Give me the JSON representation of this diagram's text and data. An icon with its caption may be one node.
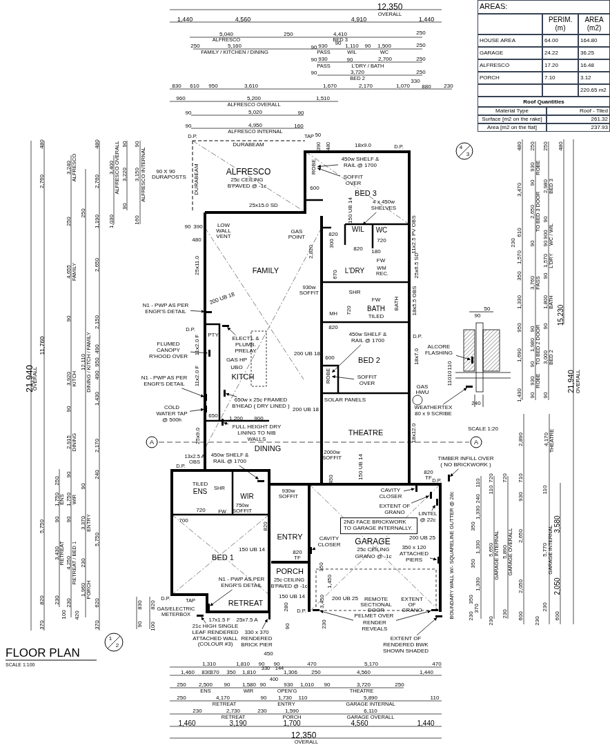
{
  "diagram": {
    "title": "FLOOR PLAN",
    "caption": "SCALE 1:100",
    "nodes": [
      {
        "text": [
          "450w SHELF & RAIL @ 1700"
        ]
      },
      {
        "text": [
          "SOFFIT OVER"
        ]
      },
      {
        "text": [
          "4 x 450w SHELVES"
        ]
      },
      {
        "text": [
          "N1 - PWP AS PER ENGR'S DETAIL"
        ]
      },
      {
        "text": [
          "FLUMED CANOPY R'HOOD OVER"
        ]
      },
      {
        "text": [
          "ELECT'L & PLUMB. PRELAY"
        ]
      },
      {
        "text": [
          "N1 - PWP AS PER ENGR'S DETAIL"
        ]
      },
      {
        "text": [
          "COLD WATER TAP @ 500h"
        ]
      },
      {
        "text": [
          "650w x 25c FRAMED B'HEAD ( DRY LINED )"
        ]
      },
      {
        "text": [
          "FULL HEIGHT DRY LINING TO NIB WALLS"
        ]
      },
      {
        "text": [
          "450w SHELF & RAIL @ 1700"
        ]
      },
      {
        "text": [
          "SOFFIT OVER"
        ]
      },
      {
        "text": [
          "450w SHELF & RAIL @ 1700"
        ]
      },
      {
        "text": [
          "CAVITY CLOSER"
        ]
      },
      {
        "text": [
          "EXTENT OF GRANO"
        ]
      },
      {
        "text": [
          "LINTEL @ 22c"
        ]
      },
      {
        "text": [
          "CAVITY CLOSER"
        ]
      },
      {
        "text": [
          "350 x 120 ATTACHED PIERS"
        ]
      },
      {
        "text": [
          "TIMBER INFILL OVER ( NO BRICKWORK )"
        ]
      },
      {
        "text": [
          "N1 - PWP AS PER ENGR'S DETAIL"
        ]
      },
      {
        "text": [
          "21c HIGH SINGLE LEAF RENDERED ATTACHED WALL (COLOUR #3)"
        ]
      },
      {
        "text": [
          "330 x 370 RENDERED BRICK PIER"
        ]
      },
      {
        "text": [
          "RENDER REVEALS"
        ]
      },
      {
        "text": [
          "EXTENT OF RENDERED BWK SHOWN SHADED"
        ]
      },
      {
        "text": [
          "ALCORE FLASHING"
        ]
      },
      {
        "text": [
          "WEATHERTEX 80 x 9 SCRIBE"
        ]
      },
      {
        "text": [
          "2ND FACE BRICKWORK TO GARAGE INTERNALLY."
        ]
      },
      {
        "text": [
          "ROBE"
        ]
      },
      {
        "text": [
          "WIL"
        ]
      },
      {
        "text": [
          "ROBE"
        ]
      },
      {
        "text": [],
        "shape": "bar"
      },
      {
        "text": [],
        "shape": "bar"
      },
      {
        "text": [],
        "shape": "bar"
      },
      {
        "text": [],
        "shape": "bar"
      },
      {
        "text": [],
        "shape": "bar"
      },
      {
        "text": [],
        "shape": "bar"
      },
      {
        "text": [],
        "shape": "bar"
      },
      {
        "text": [],
        "shape": "bar"
      },
      {
        "text": [],
        "shape": "bar"
      },
      {
        "text": [],
        "shape": "bar"
      },
      {
        "text": [],
        "shape": "bar"
      },
      {
        "text": [],
        "shape": "bar"
      },
      {
        "text": [],
        "shape": "bar"
      },
      {
        "text": [],
        "shape": "bar"
      },
      {
        "text": [],
        "shape": "bar"
      },
      {
        "text": [],
        "shape": "bar"
      },
      {
        "text": [],
        "shape": "bar"
      },
      {
        "text": [],
        "shape": "bar"
      },
      {
        "text": [],
        "shape": "bar"
      },
      {
        "text": [],
        "shape": "bar"
      },
      {
        "text": [],
        "shape": "bar"
      },
      {
        "text": [],
        "shape": "bar"
      }
    ],
    "edges": [
      {
        "from": 0,
        "to": 27,
        "arrow": "to"
      },
      {
        "from": 1,
        "to": 27,
        "arrow": "to"
      },
      {
        "from": 2,
        "to": 28,
        "arrow": "to"
      },
      {
        "from": 3,
        "to": 30,
        "arrow": "to"
      },
      {
        "from": 4,
        "to": 31,
        "arrow": "to"
      },
      {
        "from": 5,
        "to": 32,
        "arrow": "to"
      },
      {
        "from": 6,
        "to": 33,
        "arrow": "to"
      },
      {
        "from": 7,
        "to": 34,
        "arrow": "to"
      },
      {
        "from": 8,
        "to": 35,
        "arrow": "to"
      },
      {
        "from": 9,
        "to": 36,
        "arrow": "to"
      },
      {
        "from": 10,
        "to": 29,
        "arrow": "to"
      },
      {
        "from": 11,
        "to": 29,
        "arrow": "to"
      },
      {
        "from": 12,
        "to": 37,
        "arrow": "to"
      },
      {
        "from": 13,
        "to": 38,
        "arrow": "to"
      },
      {
        "from": 14,
        "to": 39,
        "arrow": "to"
      },
      {
        "from": 15,
        "to": 40,
        "arrow": "to"
      },
      {
        "from": 16,
        "to": 41,
        "arrow": "to"
      },
      {
        "from": 17,
        "to": 42,
        "arrow": "to"
      },
      {
        "from": 18,
        "to": 43,
        "arrow": "to"
      },
      {
        "from": 19,
        "to": 44,
        "arrow": "to"
      },
      {
        "from": 20,
        "to": 45,
        "arrow": "to"
      },
      {
        "from": 21,
        "to": 46,
        "arrow": "to"
      },
      {
        "from": 22,
        "to": 47,
        "arrow": "to"
      },
      {
        "from": 23,
        "to": 48,
        "arrow": "to"
      },
      {
        "from": 24,
        "to": 49,
        "arrow": "to"
      },
      {
        "from": 25,
        "to": 50,
        "arrow": "to"
      },
      {
        "from": 22,
        "to": 51,
        "arrow": "to"
      }
    ],
    "labels": [
      "12,350",
      "OVERALL",
      "1,440",
      "4,560",
      "4,910",
      "1,440",
      "5,040",
      "250",
      "4,410",
      "250",
      "ALFRESCO",
      "BED 3",
      "250",
      "5,160",
      "90",
      "930",
      "90",
      "1,110",
      "90",
      "1,500",
      "250",
      "FAMILY / KITCHEN / DINING",
      "PASS",
      "WIL",
      "WC",
      "90",
      "930",
      "90",
      "2,700",
      "250",
      "PASS",
      "L'DRY / BATH",
      "90",
      "3,720",
      "250",
      "BED 2",
      "330",
      "830",
      "610",
      "950",
      "3,610",
      "1,670",
      "2,170",
      "1,070",
      "880",
      "230",
      "960",
      "5,200",
      "1,510",
      "ALFRESCO OVERALL",
      "90",
      "5,020",
      "90",
      "90",
      "4,950",
      "160",
      "ALFRESCO INTERNAL",
      "AREAS:",
      "PERIM. (m)",
      "AREA (m2)",
      "HOUSE AREA",
      "64.00",
      "164.80",
      "GARAGE",
      "24.22",
      "36.25",
      "ALFRESCO",
      "17.20",
      "16.48",
      "PORCH",
      "7.10",
      "3.12",
      "220.65 m2",
      "Roof Quantities",
      "Material Type",
      "Roof - Tiled",
      "Surface [m2 on the rake]",
      "261.32",
      "Area [m2 on the flat]",
      "237.93",
      "480",
      "2,760",
      "11,760",
      "5,750",
      "820",
      "370",
      "21,940",
      "OVERALL",
      "250",
      "1,750",
      "ENS",
      "90",
      "3,430",
      "RETREAT",
      "230",
      "3,240",
      "ALFRESCO",
      "250",
      "4,655",
      "FAMILY",
      "90",
      "3,920",
      "KITCH",
      "90",
      "2,915",
      "DINING",
      "90",
      "1,750",
      "WIR",
      "90",
      "4,250",
      "RETREAT / BED 1",
      "230",
      "100",
      "250",
      "12,110",
      "DINING / KITCH / FAMILY",
      "90",
      "3,370",
      "ENTRY",
      "230",
      "1,960",
      "PORCH",
      "420",
      "480",
      "2,760",
      "1,190",
      "2,650",
      "2,150",
      "490",
      "950",
      "490",
      "1,430",
      "2,170",
      "240",
      "5,750",
      "620",
      "370",
      "3,400",
      "ALFRESCO OVERALL",
      "1,030",
      "90",
      "3,220",
      "90",
      "90",
      "3,150",
      "ALFRESCO INTERNAL",
      "160",
      "90 X 90 DURAPOSTS",
      "D.P.",
      "DURABEAM",
      "DURABEAM",
      "TAP",
      "50",
      "390",
      "480",
      "18x9.0",
      "D.P.",
      "ALFRESCO",
      "25c CEILING",
      "B'PAVED @ -1c",
      "BED 3",
      "600",
      "150 UB 14",
      "25x15.0 SD",
      "90",
      "390",
      "LOW WALL VENT",
      "480",
      "GAS POINT",
      "2,820",
      "WC",
      "820",
      "300",
      "720",
      "820",
      "180",
      "FW",
      "11x2.5 PV OBS",
      "25x6.5 SD",
      "FAMILY",
      "670",
      "L'DRY",
      "WM REC.",
      "25x11.0",
      "930w SOFFIT",
      "SHR",
      "200 UB 18",
      "BATH",
      "TILED",
      "BATH",
      "FW",
      "18x5.5 OBS",
      "MH",
      "720",
      "820",
      "D.P.",
      "PTY",
      "11x2.0 F",
      "D.P.",
      "200 UB 18",
      "600",
      "BED 2",
      "18x7.0",
      "GAS HP",
      "UBO",
      "KITCH",
      "11x2.0 F",
      "SOLAR PANELS",
      "200 UB 18",
      "650",
      "1,200",
      "900",
      "25x9.0",
      "THEATRE",
      "18x12.0",
      "DINING",
      "2000w SOFFIT",
      "150 UB 14",
      "13x2.5 A OBS",
      "D.P.",
      "450",
      "820 TF",
      "D.P.",
      "TILED",
      "ENS",
      "SHR",
      "WIR",
      "930w SOFFIT",
      "750w SOFFIT",
      "720",
      "FW",
      "700",
      "820",
      "200 UB 25",
      "ENTRY",
      "150 UB 14",
      "GARAGE",
      "25c CEILING",
      "GRANO @ -1c",
      "820 TF",
      "BED 1",
      "350",
      "PORCH",
      "25c CEILING",
      "B'PAVED @ -1c",
      "1,450",
      "RETREAT",
      "150 UB 14",
      "3,450",
      "200 UB 25",
      "REMOTE SECTIONAL DOOR",
      "EXTENT OF GRANO",
      "D.P.",
      "TAP",
      "GAS/ELECTRIC METERBOX",
      "280",
      "D.P.",
      "PELMET OVER",
      "17x1.5 F",
      "25x7.5 A",
      "90",
      "230",
      "830",
      "820",
      "90",
      "100",
      "BOUNDARY WALL W/- SQUARELINE GUTTER @ 28c",
      "A",
      "A",
      "SCALE 1:20",
      "1",
      "2",
      "4",
      "3",
      "90",
      "50",
      "110",
      "10",
      "110",
      "240",
      "GAS HWU",
      "480",
      "3,470",
      "610",
      "230",
      "1,570",
      "350",
      "1,330",
      "950",
      "1,690",
      "1,430",
      "250",
      "930",
      "ROBE",
      "90",
      "2,650",
      "TO BED 3 DOOR",
      "90",
      "3,760",
      "PASS",
      "90",
      "1,980",
      "TO BED 2 DOOR",
      "90",
      "930",
      "ROBE",
      "90",
      "250",
      "2,980",
      "BED 3",
      "90",
      "900",
      "WC / WIL",
      "90",
      "1,570",
      "L'DRY",
      "90",
      "1,800",
      "BATH",
      "90",
      "3,000",
      "BED 2",
      "90",
      "480",
      "15,230",
      "21,940",
      "OVERALL",
      "2,890",
      "710",
      "930",
      "2,650",
      "2,050",
      "600",
      "4,170",
      "THEATRE",
      "110",
      "5,770",
      "GARAGE INTERNAL",
      "230",
      "230",
      "3,580",
      "2,050",
      "600",
      "110",
      "240",
      "1,330",
      "350",
      "1,330",
      "350",
      "1,330",
      "350",
      "370",
      "230",
      "720",
      "110",
      "5,650",
      "GARAGE INTERNAL",
      "230",
      "720",
      "5,890",
      "GARAGE OVERALL",
      "230",
      "1,310",
      "1,810",
      "90",
      "450",
      "90",
      "470",
      "5,170",
      "470",
      "330",
      "144",
      "1,460",
      "830",
      "370",
      "350",
      "1,810",
      "1,306",
      "250",
      "4,560",
      "1,440",
      "400",
      "250",
      "2,500",
      "90",
      "1,580",
      "90",
      "930",
      "1,010",
      "90",
      "3,720",
      "250",
      "ENS",
      "WIR",
      "OPEN'G",
      "THEATRE",
      "250",
      "4,170",
      "90",
      "1,730",
      "110",
      "5,890",
      "110",
      "RETREAT",
      "ENTRY",
      "GARAGE INTERNAL",
      "230",
      "2,730",
      "230",
      "1,590",
      "6,110",
      "RETREAT",
      "PORCH",
      "GARAGE OVERALL",
      "1,460",
      "3,190",
      "1,700",
      "4,560",
      "1,440",
      "12,350",
      "OVERALL"
    ]
  }
}
